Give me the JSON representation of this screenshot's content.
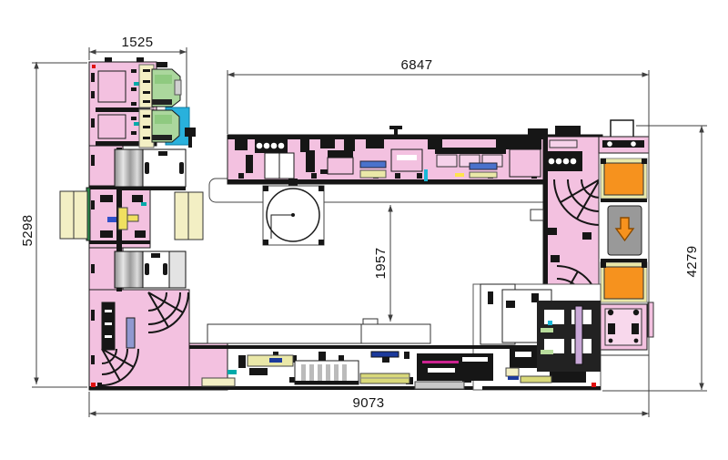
{
  "drawing": {
    "type": "machine-layout-floor-plan",
    "dimensions": {
      "top_left_width": {
        "value": "1525",
        "orientation": "horizontal"
      },
      "top_right_width": {
        "value": "6847",
        "orientation": "horizontal"
      },
      "left_height": {
        "value": "5298",
        "orientation": "vertical"
      },
      "inner_height": {
        "value": "1957",
        "orientation": "vertical"
      },
      "bottom_width": {
        "value": "9073",
        "orientation": "horizontal"
      },
      "right_height": {
        "value": "4279",
        "orientation": "vertical"
      }
    },
    "icons": {
      "flow_arrow": "down-arrow"
    },
    "colors": {
      "machine_pink": "#f3c1e0",
      "pale_pink": "#f6d2ea",
      "feeder_green": "#abd79d",
      "unit_cyan": "#29b1dc",
      "pallet_yellow": "#f3efc4",
      "station_orange": "#f6921e",
      "frame_khaki": "#eae8a8",
      "bar_olive": "#d9d97a",
      "machine_gray": "#9b9b9b",
      "bar_lavender": "#9098d0",
      "line_black": "#1a1a1a",
      "dim_line_gray": "#3f3f3f"
    }
  }
}
